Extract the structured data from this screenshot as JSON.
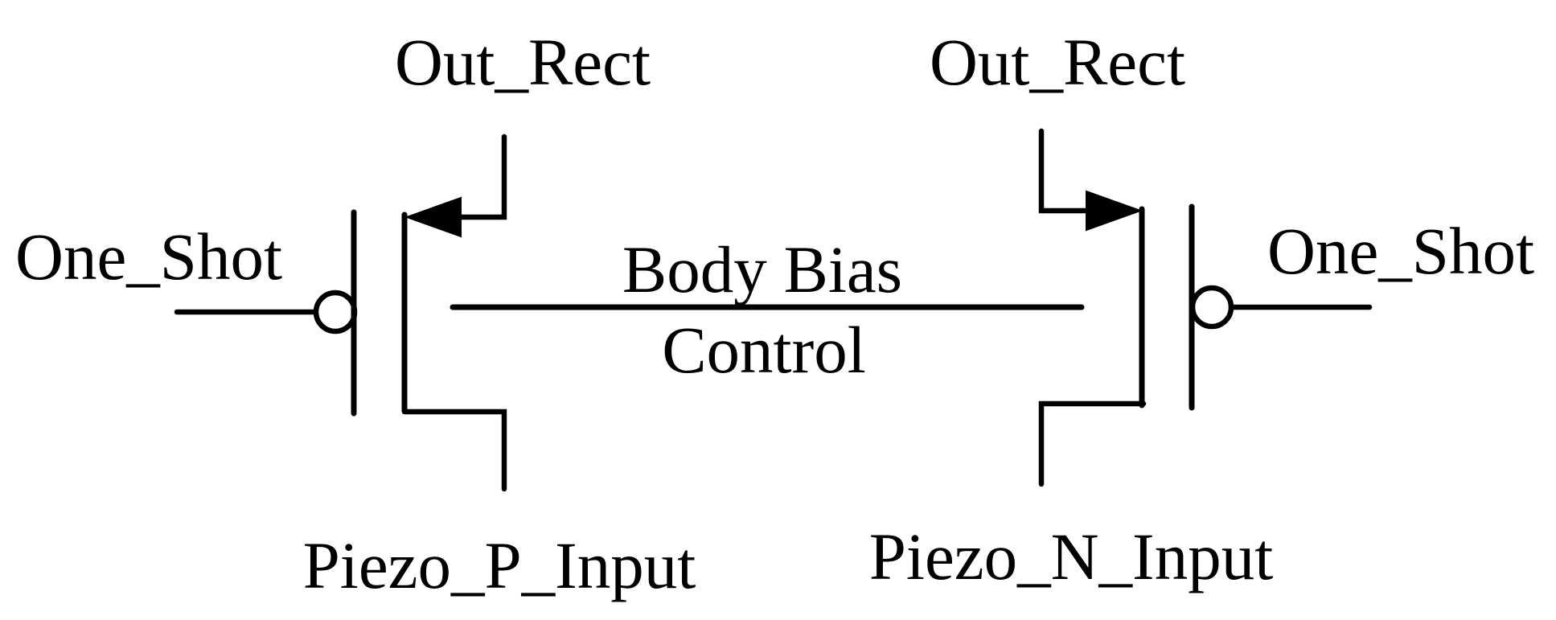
{
  "colors": {
    "ink": "#000000",
    "background": "#ffffff"
  },
  "labels": {
    "out_rect_left": "Out_Rect",
    "out_rect_right": "Out_Rect",
    "one_shot_left": "One_Shot",
    "one_shot_right": "One_Shot",
    "body_bias_top": "Body Bias",
    "body_bias_bottom": "Control",
    "piezo_p_input": "Piezo_P_Input",
    "piezo_n_input": "Piezo_N_Input"
  }
}
